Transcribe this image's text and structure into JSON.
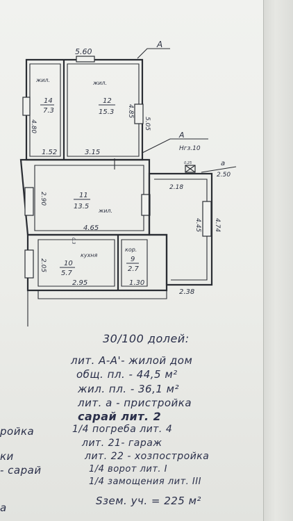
{
  "plan": {
    "marker_a_top": "A",
    "marker_a_side": "A",
    "marker_a_small": "a",
    "side_dim_a": "2.50",
    "side_sign": "0.25",
    "note_h": "Hгз.10",
    "dims": {
      "top": "5.60",
      "left_top": "4.80",
      "mid_vert": "4.85",
      "right_top": "5.05",
      "b152": "1.52",
      "b315": "3.15",
      "left_mid": "2.90",
      "r218": "2.18",
      "v445": "4.45",
      "v474": "4.74",
      "b465": "4.65",
      "v2": "2.05",
      "b295": "2.95",
      "b130": "1.30",
      "b238": "2.38",
      "small_v": "0.3"
    },
    "rooms": [
      {
        "num": "14",
        "area": "7.3",
        "type": "жил."
      },
      {
        "num": "12",
        "area": "15.3",
        "type": "жил."
      },
      {
        "num": "11",
        "area": "13.5",
        "type": "жил."
      },
      {
        "num": "10",
        "area": "5.7",
        "type": "кухня"
      },
      {
        "num": "9",
        "area": "2.7",
        "type": "кор."
      }
    ]
  },
  "notes": {
    "heading": "30/100 долей:",
    "lines": [
      "лит. А-А'- жилой дом",
      "общ. пл. - 44,5 м²",
      "жил. пл. - 36,1 м²",
      "лит. а - пристройка",
      "сарай лит. 2",
      "1/4 погреба лит. 4",
      "лит. 21- гараж",
      "лит. 22 - хозпостройка",
      "1/4 ворот лит. I",
      "1/4 замощения лит. III"
    ],
    "area_total": "Sзем. уч. = 225 м²"
  },
  "left_fragments": [
    "ройка",
    "ки",
    "- сарай",
    "а"
  ]
}
